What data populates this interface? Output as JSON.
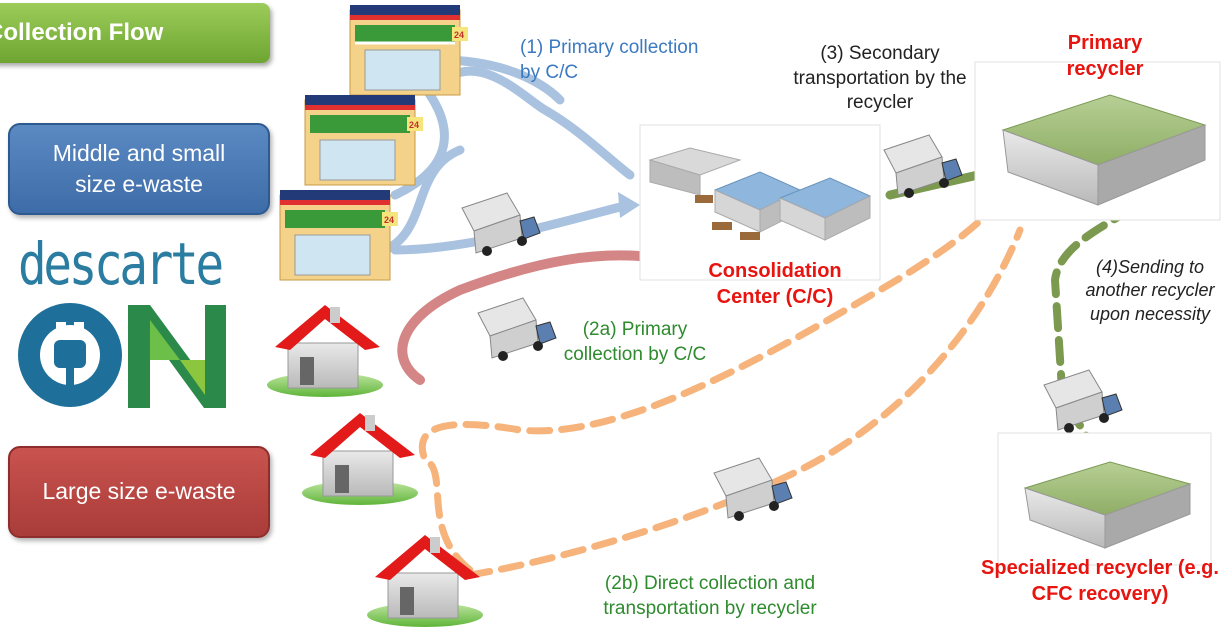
{
  "title": "Collection Flow",
  "categories": {
    "small": "Middle and small size e-waste",
    "large": "Large size e-waste"
  },
  "logo": {
    "text": "descarte",
    "mark": "ON"
  },
  "steps": {
    "s1": "(1) Primary collection by C/C",
    "s2a": "(2a) Primary collection by C/C",
    "s2b": "(2b) Direct collection and transportation by recycler",
    "s3": "(3) Secondary transportation by the recycler",
    "s4": "(4)Sending to another recycler upon necessity"
  },
  "nodes": {
    "cc": "Consolidation Center (C/C)",
    "primary": "Primary recycler",
    "specialized": "Specialized recycler (e.g. CFC recovery)"
  },
  "store_sign": "24",
  "colors": {
    "blue_flow": "#a9c2e0",
    "red_flow": "#d48585",
    "orange_flow": "#f6b47c",
    "green_flow": "#7c9a4f",
    "label_red": "#e8140f"
  }
}
